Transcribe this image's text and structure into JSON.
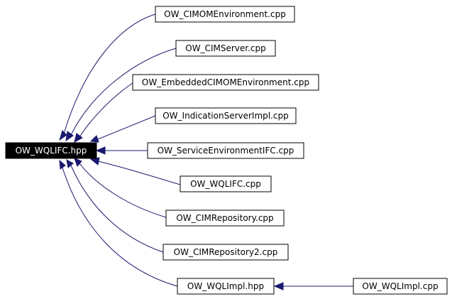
{
  "graph": {
    "root": {
      "label": "OW_WQLIFC.hpp"
    },
    "nodes": [
      {
        "id": "n1",
        "label": "OW_CIMOMEnvironment.cpp"
      },
      {
        "id": "n2",
        "label": "OW_CIMServer.cpp"
      },
      {
        "id": "n3",
        "label": "OW_EmbeddedCIMOMEnvironment.cpp"
      },
      {
        "id": "n4",
        "label": "OW_IndicationServerImpl.cpp"
      },
      {
        "id": "n5",
        "label": "OW_ServiceEnvironmentIFC.cpp"
      },
      {
        "id": "n6",
        "label": "OW_WQLIFC.cpp"
      },
      {
        "id": "n7",
        "label": "OW_CIMRepository.cpp"
      },
      {
        "id": "n8",
        "label": "OW_CIMRepository2.cpp"
      },
      {
        "id": "n9",
        "label": "OW_WQLImpl.hpp"
      },
      {
        "id": "n10",
        "label": "OW_WQLImpl.cpp"
      }
    ],
    "colors": {
      "edge": "#191970",
      "root_fill": "#000000",
      "root_text": "#ffffff",
      "node_fill": "#ffffff",
      "node_border": "#000000"
    }
  }
}
